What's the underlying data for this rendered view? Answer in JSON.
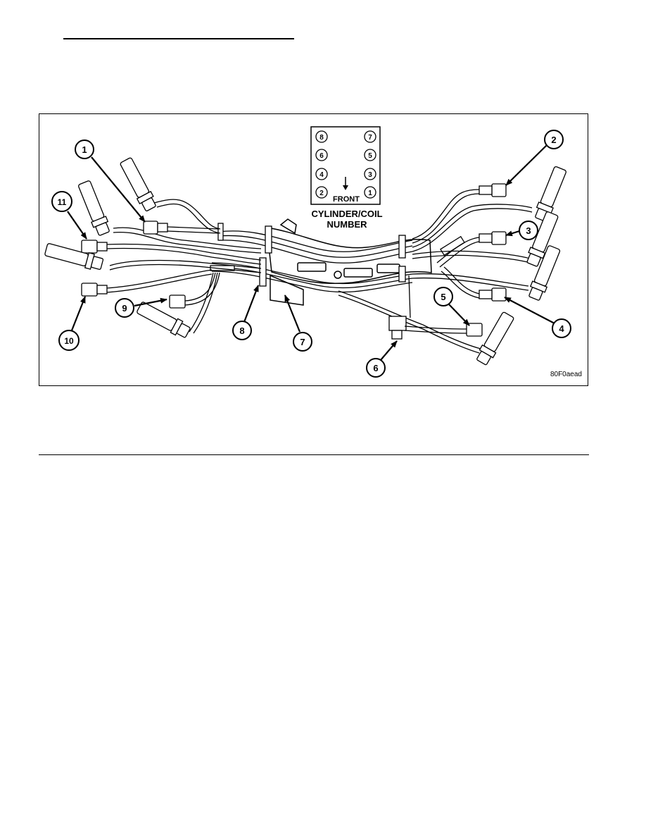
{
  "diagram": {
    "firing_order_caption": [
      "CYLINDER/COIL",
      "NUMBER"
    ],
    "front_label": "FRONT",
    "cylinder_numbers_left": [
      "8",
      "6",
      "4",
      "2"
    ],
    "cylinder_numbers_right": [
      "7",
      "5",
      "3",
      "1"
    ],
    "callouts": [
      "1",
      "2",
      "3",
      "4",
      "5",
      "6",
      "7",
      "8",
      "9",
      "10",
      "11"
    ],
    "figure_code": "80F0aead"
  }
}
